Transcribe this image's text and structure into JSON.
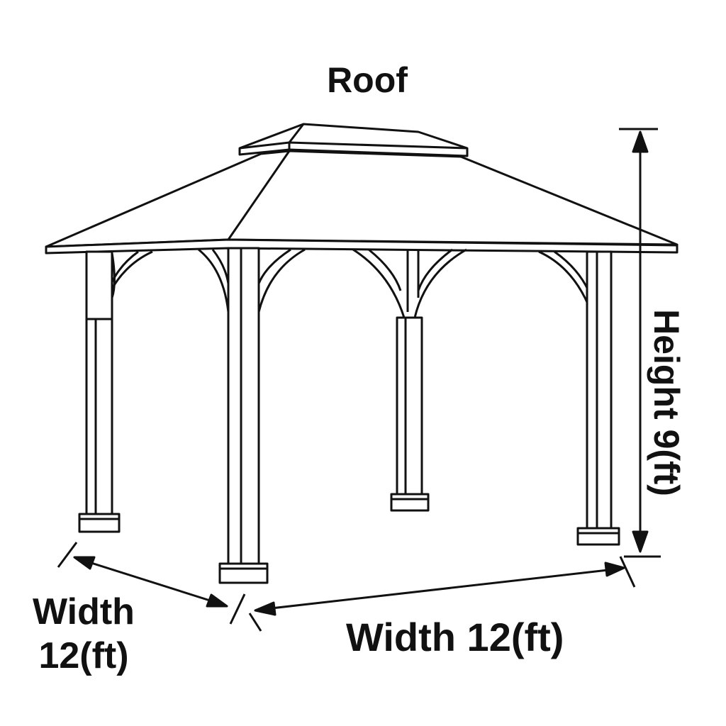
{
  "labels": {
    "roof": "Roof",
    "height": "Height  9(ft)",
    "width_left_line1": "Width",
    "width_left_line2": "12(ft)",
    "width_bottom": "Width 12(ft)"
  },
  "colors": {
    "line": "#111111",
    "background": "#ffffff"
  }
}
